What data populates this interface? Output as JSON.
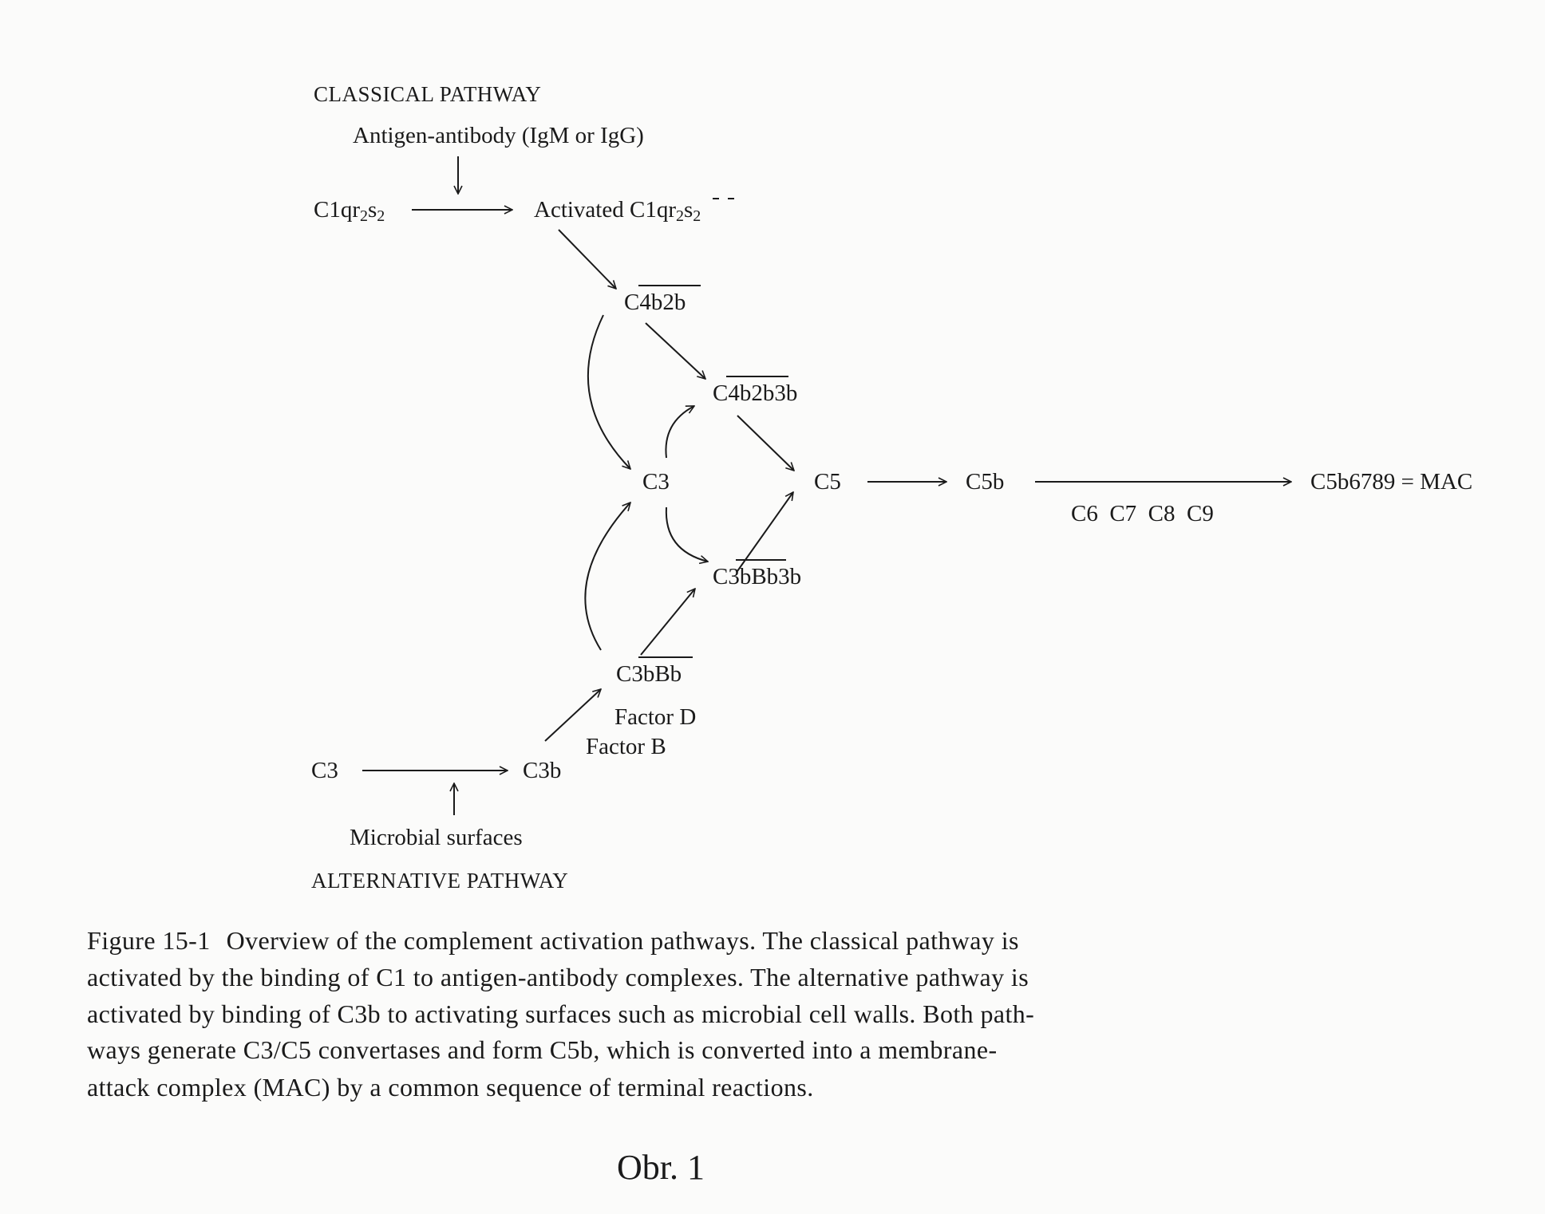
{
  "classical": {
    "title": "CLASSICAL PATHWAY",
    "trigger": "Antigen-antibody (IgM or IgG)",
    "c1_inactive": {
      "base": "C1qr",
      "sub1": "2",
      "mid": "s",
      "sub2": "2"
    },
    "c1_active": {
      "prefix": "Activated C1q",
      "r": "r",
      "sub1": "2",
      "s": "s",
      "sub2": "2"
    },
    "c4b2b": "C4b2b",
    "c4b2b3b": "C4b2b3b"
  },
  "central": {
    "c3": "C3",
    "c5": "C5",
    "c5b": "C5b",
    "mac": "C5b6789 = MAC",
    "terminal_components": "C6  C7  C8  C9"
  },
  "alternative": {
    "c3bbb3b": "C3bBb3b",
    "c3bbb": "C3bBb",
    "factor_d": "Factor D",
    "factor_b": "Factor B",
    "c3": "C3",
    "c3b": "C3b",
    "trigger": "Microbial surfaces",
    "title": "ALTERNATIVE PATHWAY"
  },
  "caption": {
    "label": "Figure 15-1",
    "lines": [
      "Overview of the complement activation pathways. The classical pathway is",
      "activated by the binding of C1 to antigen-antibody complexes. The alternative pathway is",
      "activated by binding of C3b to activating surfaces such as microbial cell walls. Both path-",
      "ways generate C3/C5 convertases and form C5b, which is converted into a membrane-",
      "attack complex (MAC) by a common sequence of terminal reactions."
    ]
  },
  "footer": "Obr. 1"
}
